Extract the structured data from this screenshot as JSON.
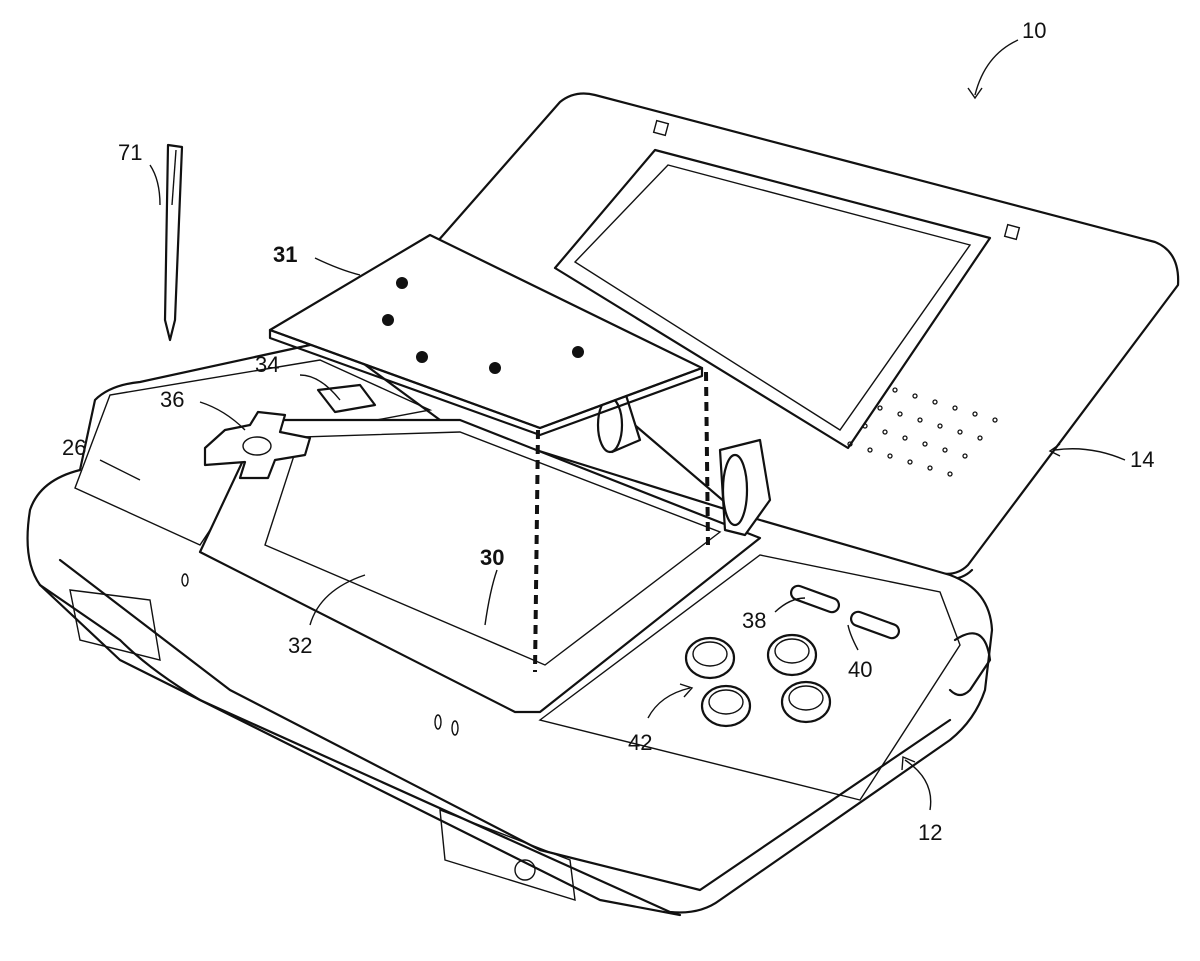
{
  "figure": {
    "labels": {
      "device": "10",
      "stylus": "71",
      "overlay": "31",
      "button_34": "34",
      "dpad": "36",
      "lower_housing_left": "26",
      "touch_panel": "30",
      "lower_screen": "32",
      "upper_housing": "14",
      "button_38": "38",
      "button_40": "40",
      "action_buttons": "42",
      "lower_housing": "12"
    }
  }
}
